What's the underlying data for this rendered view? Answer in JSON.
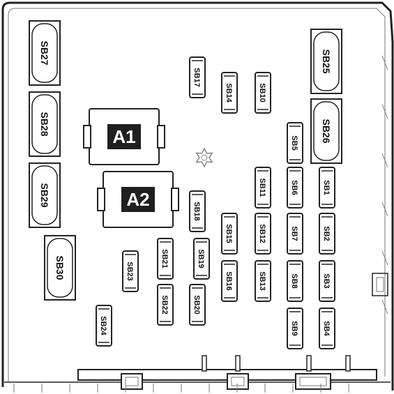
{
  "diagram": {
    "colors": {
      "line": "#222222",
      "light_line": "#777777",
      "fuse_fill": "#ffffff",
      "relay_fill": "#ffffff",
      "relay_tag": "#1f1f1f",
      "relay_text": "#ffffff"
    },
    "relays": [
      {
        "id": "A1",
        "label": "A1"
      },
      {
        "id": "A2",
        "label": "A2"
      }
    ],
    "large_fuses": [
      {
        "id": "SB27",
        "label": "SB27"
      },
      {
        "id": "SB28",
        "label": "SB28"
      },
      {
        "id": "SB29",
        "label": "SB29"
      },
      {
        "id": "SB30",
        "label": "SB30"
      },
      {
        "id": "SB25",
        "label": "SB25"
      },
      {
        "id": "SB26",
        "label": "SB26"
      }
    ],
    "small_fuses": [
      {
        "id": "SB17",
        "label": "SB17"
      },
      {
        "id": "SB14",
        "label": "SB14"
      },
      {
        "id": "SB10",
        "label": "SB10"
      },
      {
        "id": "SB5",
        "label": "SB5"
      },
      {
        "id": "SB11",
        "label": "SB11"
      },
      {
        "id": "SB6",
        "label": "SB6"
      },
      {
        "id": "SB1",
        "label": "SB1"
      },
      {
        "id": "SB18",
        "label": "SB18"
      },
      {
        "id": "SB15",
        "label": "SB15"
      },
      {
        "id": "SB12",
        "label": "SB12"
      },
      {
        "id": "SB7",
        "label": "SB7"
      },
      {
        "id": "SB2",
        "label": "SB2"
      },
      {
        "id": "SB23",
        "label": "SB23"
      },
      {
        "id": "SB21",
        "label": "SB21"
      },
      {
        "id": "SB19",
        "label": "SB19"
      },
      {
        "id": "SB16",
        "label": "SB16"
      },
      {
        "id": "SB13",
        "label": "SB13"
      },
      {
        "id": "SB8",
        "label": "SB8"
      },
      {
        "id": "SB3",
        "label": "SB3"
      },
      {
        "id": "SB22",
        "label": "SB22"
      },
      {
        "id": "SB20",
        "label": "SB20"
      },
      {
        "id": "SB9",
        "label": "SB9"
      },
      {
        "id": "SB4",
        "label": "SB4"
      },
      {
        "id": "SB24",
        "label": "SB24"
      }
    ]
  }
}
